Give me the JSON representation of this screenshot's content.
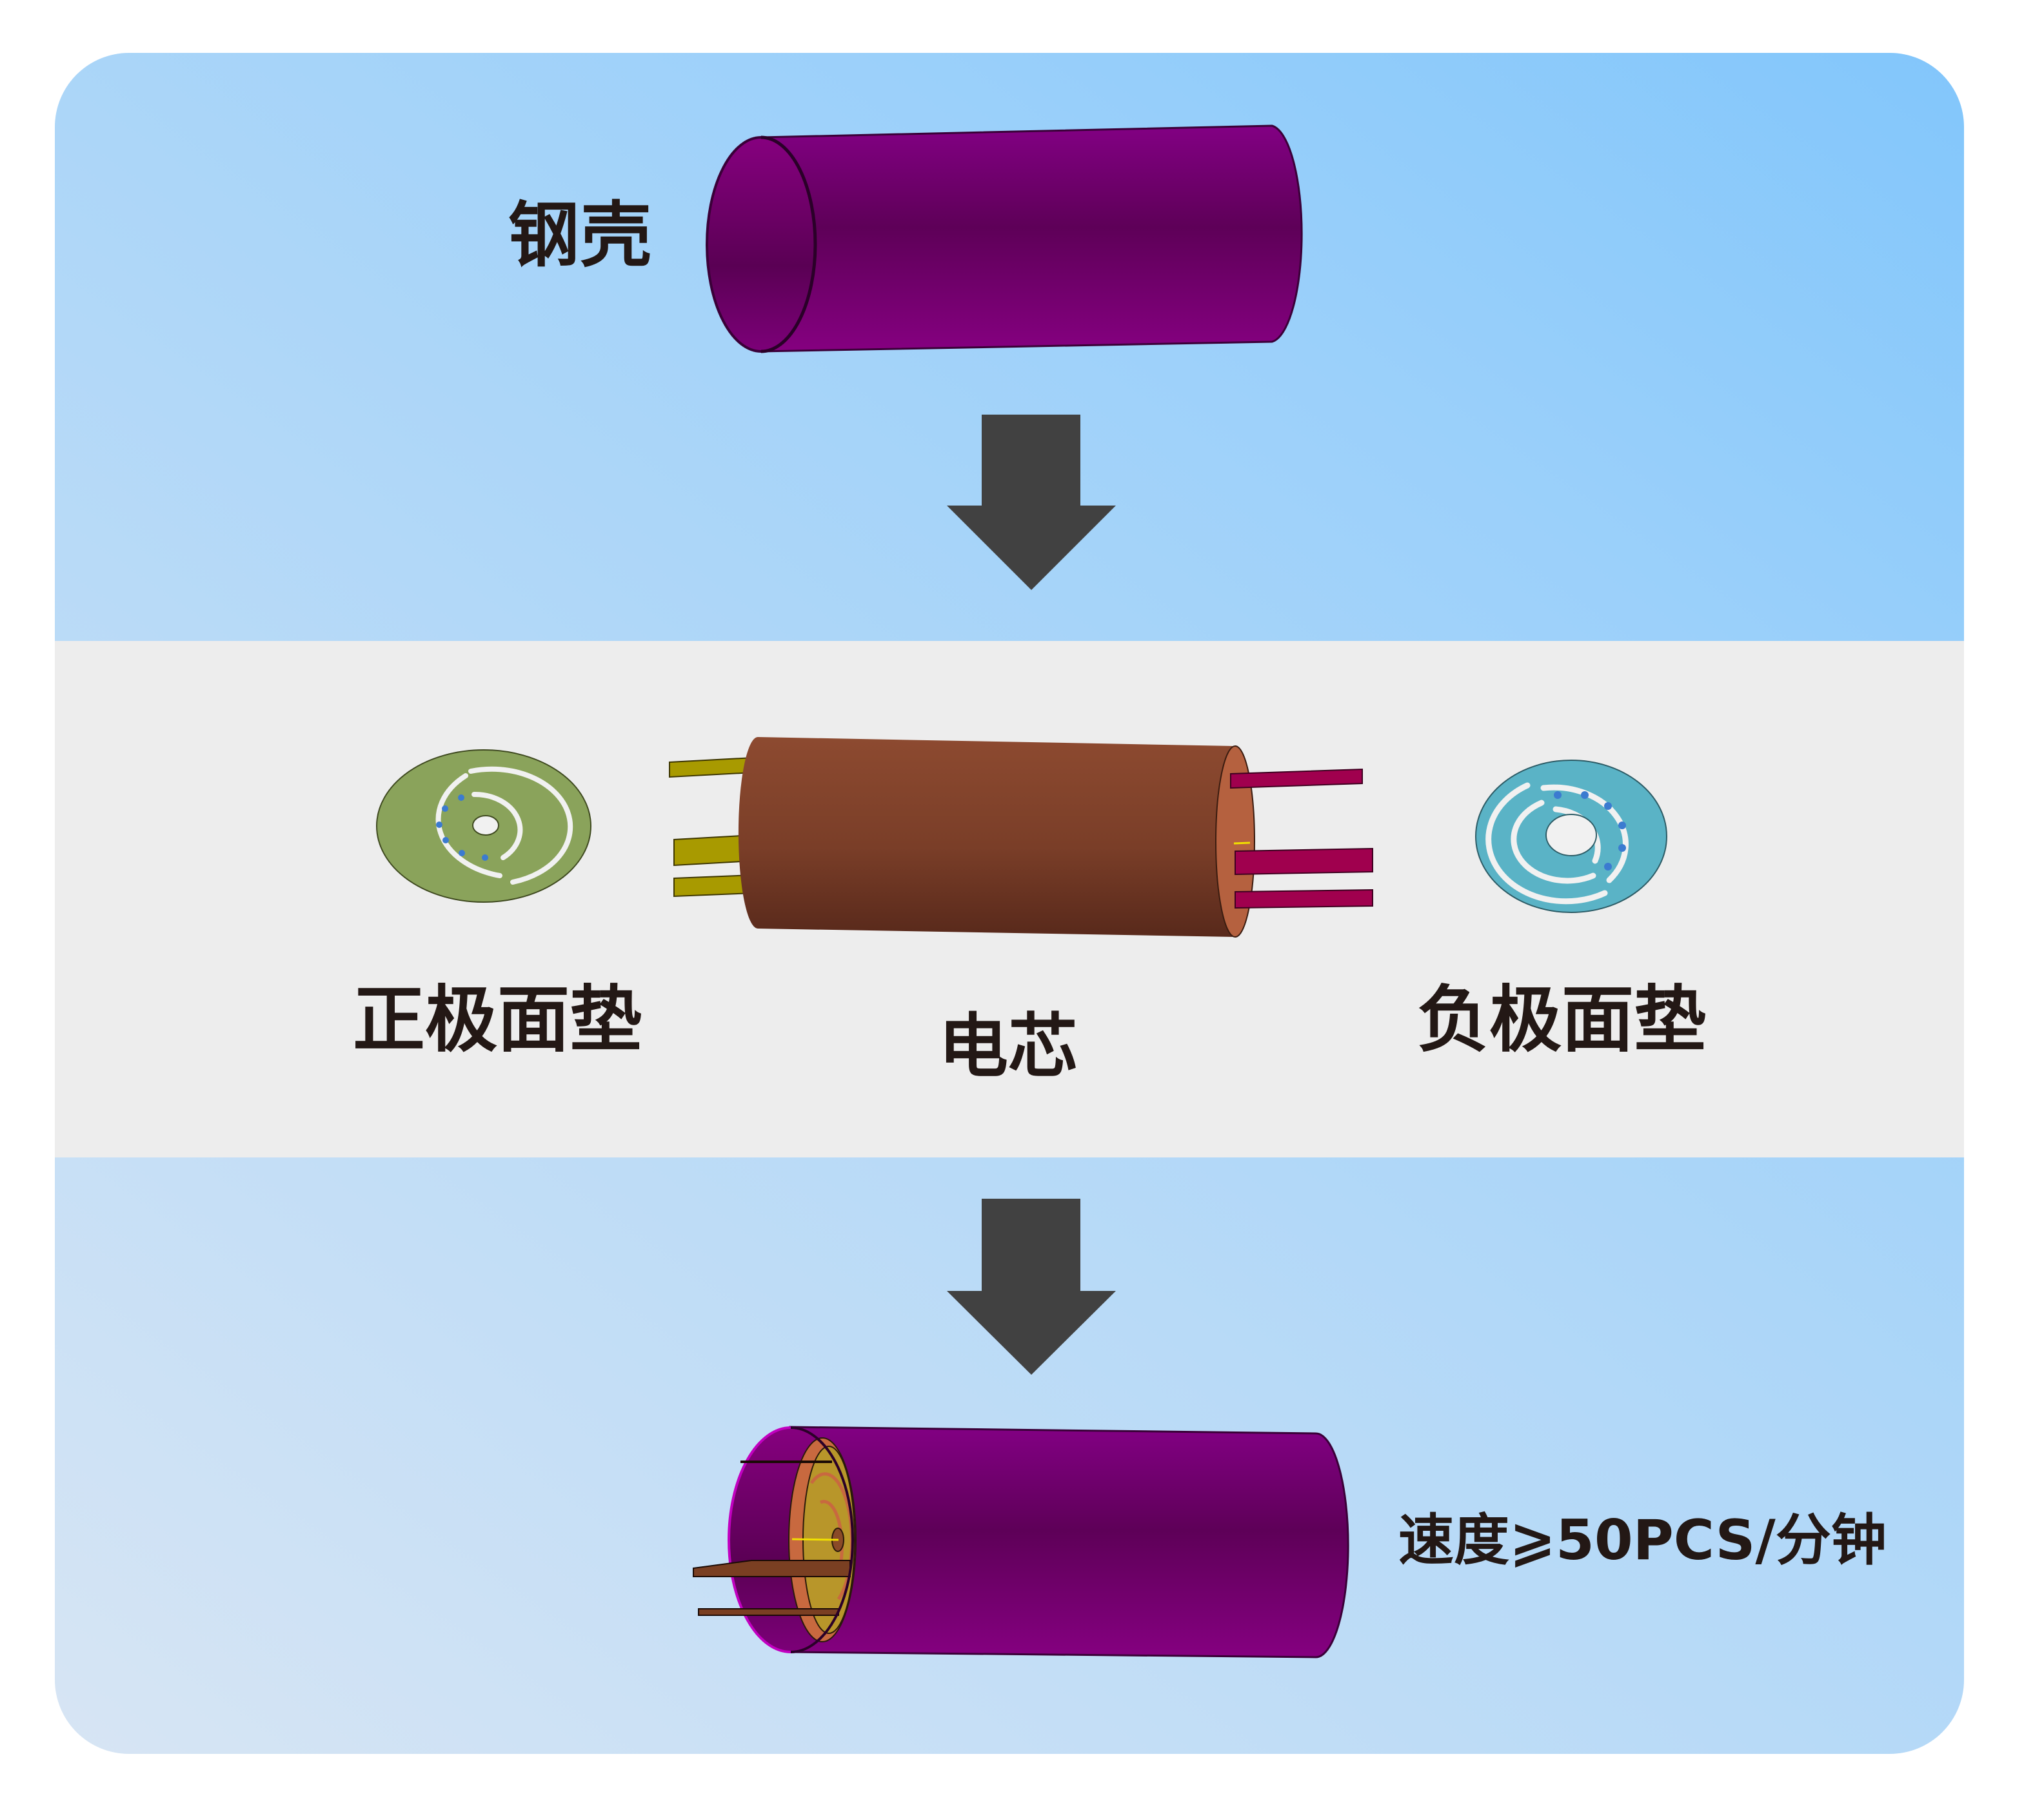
{
  "diagram": {
    "title": "Cell casing assembly process",
    "steps": [
      {
        "id": "steel-shell",
        "label": "钢壳"
      },
      {
        "id": "positive-gasket",
        "label": "正极面垫"
      },
      {
        "id": "cell-core",
        "label": "电芯"
      },
      {
        "id": "negative-gasket",
        "label": "负极面垫"
      }
    ],
    "speed": {
      "text": "速度⩾50PCS/分钟"
    },
    "icons": [
      "down-arrow-icon",
      "down-arrow-icon"
    ]
  },
  "colors": {
    "shell": "#7a0077",
    "shell_dark": "#5e005a",
    "core": "#8b4a30",
    "core_dark": "#5a2a1c",
    "core_cap": "#b5613f",
    "positive_gasket": "#8aa35b",
    "negative_gasket": "#5ab3c6",
    "positive_tab": "#a89a00",
    "negative_tab": "#a0004e",
    "arrow": "#414141",
    "band": "#ededed",
    "text": "#231815"
  }
}
